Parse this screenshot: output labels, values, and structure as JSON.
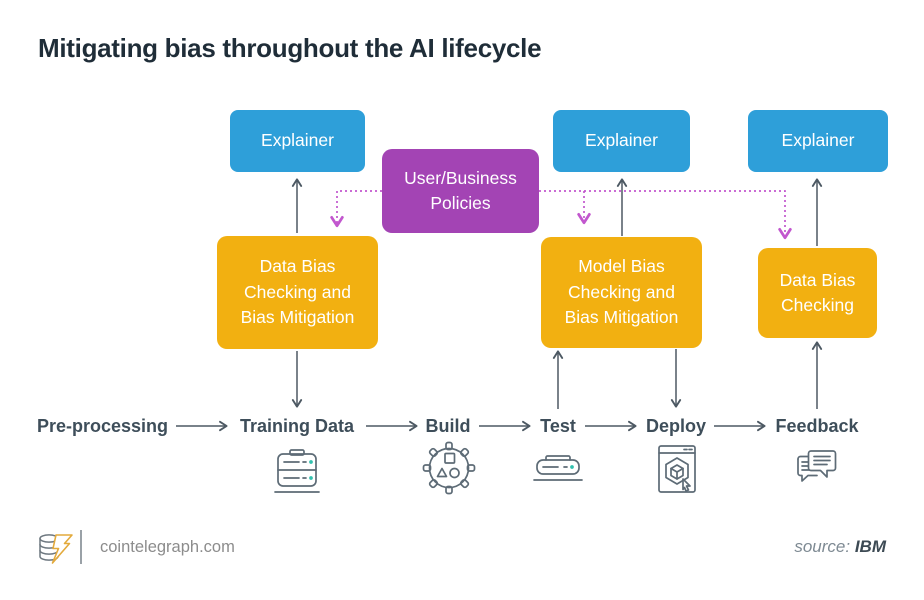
{
  "title": "Mitigating bias throughout the AI lifecycle",
  "boxes": {
    "explainer_left": "Explainer",
    "explainer_middle": "Explainer",
    "explainer_right": "Explainer",
    "policies": "User/Business\nPolicies",
    "data_bias_mitigation": "Data Bias\nChecking and\nBias Mitigation",
    "model_bias_mitigation": "Model Bias\nChecking and\nBias Mitigation",
    "data_bias_checking": "Data Bias\nChecking"
  },
  "flow": {
    "stages": [
      {
        "label": "Pre-processing"
      },
      {
        "label": "Training Data",
        "icon": "storage-icon"
      },
      {
        "label": "Build",
        "icon": "gear-icon"
      },
      {
        "label": "Test",
        "icon": "scanner-icon"
      },
      {
        "label": "Deploy",
        "icon": "deploy-cube-icon"
      },
      {
        "label": "Feedback",
        "icon": "chat-icon"
      }
    ]
  },
  "footer": {
    "site": "cointelegraph.com",
    "source_label": "source:",
    "source_value": "IBM"
  },
  "colors": {
    "explainer_blue": "#2e9fd9",
    "policies_purple": "#a344b4",
    "bias_yellow": "#f2b011",
    "dotted_line_purple": "#c257ce",
    "arrow_gray": "#4d5963",
    "stage_label": "#3e4e5a",
    "title": "#1f2d38",
    "icon_stroke": "#5d6b76",
    "icon_accent_teal": "#2fc0ae"
  }
}
